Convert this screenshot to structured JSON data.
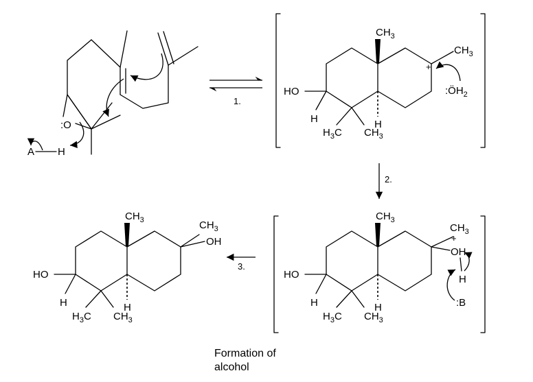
{
  "figure": {
    "caption_line1": "Formation of",
    "caption_line2": "alcohol",
    "steps": {
      "s1": "1.",
      "s2": "2.",
      "s3": "3."
    }
  },
  "labels": {
    "HO": "HO",
    "OH": "OH",
    "O": "O",
    "H": "H",
    "A": "A",
    "B": "B",
    "CH": "CH",
    "HC": "H",
    "C": "C",
    "sub3": "3",
    "sub2": "2",
    "plus": "+",
    "colon": ":",
    "water_O": "ÖH"
  }
}
